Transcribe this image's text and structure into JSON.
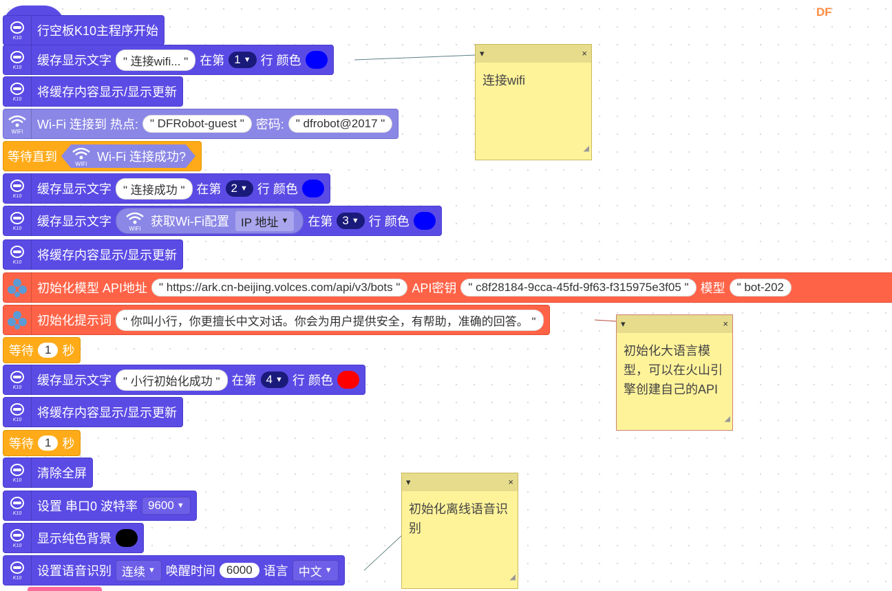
{
  "brand": {
    "logo": "DF"
  },
  "icons": {
    "k10": "k10-board-icon",
    "wifi": "wifi-icon",
    "ai": "ai-model-icon"
  },
  "colors": {
    "k10": "#5b4be5",
    "wifi": "#8b87e6",
    "wait": "#ffab19",
    "ai": "#ff6347",
    "note": "#fff39a",
    "swatch_blue": "#0000ff",
    "swatch_red": "#ff0000",
    "swatch_black": "#000000"
  },
  "blocks": {
    "start": {
      "label": "行空板K10主程序开始",
      "badge": "K10"
    },
    "b1": {
      "prefix": "缓存显示文字",
      "text": " \" 连接wifi... \" ",
      "mid": "在第",
      "row": "1",
      "suffix": "行 颜色",
      "badge": "K10"
    },
    "b2": {
      "label": "将缓存内容显示/显示更新",
      "badge": "K10"
    },
    "b3": {
      "prefix": "Wi-Fi 连接到 热点:",
      "ssid": " \" DFRobot-guest \" ",
      "mid": "密码:",
      "password": " \" dfrobot@2017 \" ",
      "badge": "WIFI"
    },
    "b4": {
      "prefix": "等待直到",
      "cond": "Wi-Fi 连接成功?",
      "badge": "WIFI"
    },
    "b5": {
      "prefix": "缓存显示文字",
      "text": " \" 连接成功 \" ",
      "mid": "在第",
      "row": "2",
      "suffix": "行 颜色",
      "badge": "K10"
    },
    "b6": {
      "prefix": "缓存显示文字",
      "inner": "获取Wi-Fi配置",
      "option": "IP 地址",
      "mid": "在第",
      "row": "3",
      "suffix": "行 颜色",
      "badge": "K10",
      "inner_badge": "WIFI"
    },
    "b7": {
      "label": "将缓存内容显示/显示更新",
      "badge": "K10"
    },
    "b8": {
      "prefix": "初始化模型 API地址",
      "url": " \" https://ark.cn-beijing.volces.com/api/v3/bots \" ",
      "key_label": "API密钥",
      "key": " \" c8f28184-9cca-45fd-9f63-f315975e3f05 \" ",
      "model_label": "模型",
      "model": " \" bot-202"
    },
    "b9": {
      "prefix": "初始化提示词",
      "prompt": " \" 你叫小行，你更擅长中文对话。你会为用户提供安全，有帮助，准确的回答。 \" "
    },
    "b10": {
      "prefix": "等待",
      "value": "1",
      "suffix": "秒"
    },
    "b11": {
      "prefix": "缓存显示文字",
      "text": " \" 小行初始化成功 \" ",
      "mid": "在第",
      "row": "4",
      "suffix": "行 颜色",
      "badge": "K10"
    },
    "b12": {
      "label": "将缓存内容显示/显示更新",
      "badge": "K10"
    },
    "b13": {
      "prefix": "等待",
      "value": "1",
      "suffix": "秒"
    },
    "b14": {
      "label": "清除全屏",
      "badge": "K10"
    },
    "b15": {
      "prefix": "设置 串口0 波特率",
      "baud": "9600",
      "badge": "K10"
    },
    "b16": {
      "label": "显示纯色背景",
      "badge": "K10"
    },
    "b17": {
      "prefix": "设置语音识别",
      "mode": "连续",
      "mid": "唤醒时间",
      "time": "6000",
      "lang_label": "语言",
      "lang": "中文",
      "badge": "K10"
    }
  },
  "notes": {
    "n1": {
      "text": "连接wifi",
      "close": "×",
      "collapse": "▾"
    },
    "n2": {
      "text": "初始化大语言模型，可以在火山引擎创建自己的API",
      "close": "×",
      "collapse": "▾"
    },
    "n3": {
      "text": "初始化离线语音识别",
      "close": "×",
      "collapse": "▾"
    }
  }
}
